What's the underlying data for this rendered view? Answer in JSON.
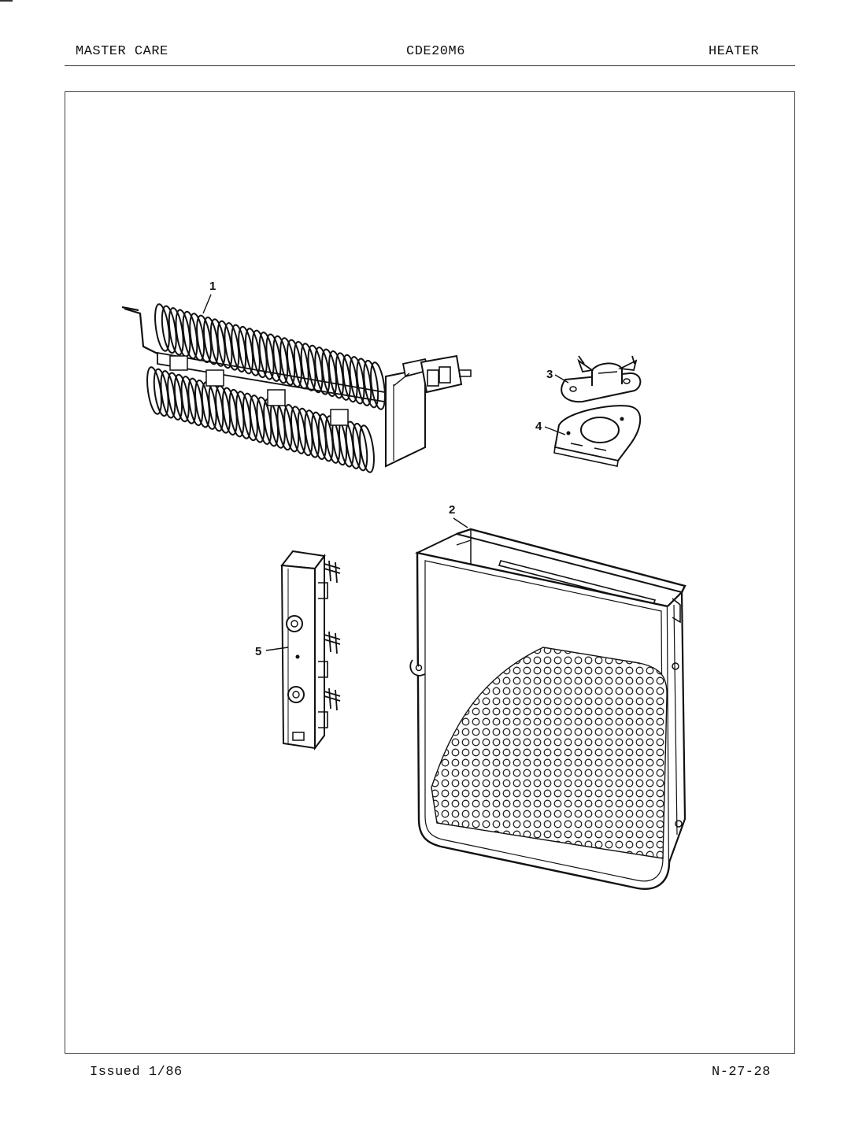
{
  "header": {
    "left": "MASTER CARE",
    "center": "CDE20M6",
    "right": "HEATER"
  },
  "footer": {
    "issued": "Issued 1/86",
    "page_code": "N-27-28"
  },
  "parts": [
    {
      "callout": "1",
      "part": "heater-element-coil-assembly"
    },
    {
      "callout": "2",
      "part": "heater-box-housing"
    },
    {
      "callout": "3",
      "part": "thermostat"
    },
    {
      "callout": "4",
      "part": "thermostat-mounting-bracket"
    },
    {
      "callout": "5",
      "part": "terminal-block"
    }
  ]
}
